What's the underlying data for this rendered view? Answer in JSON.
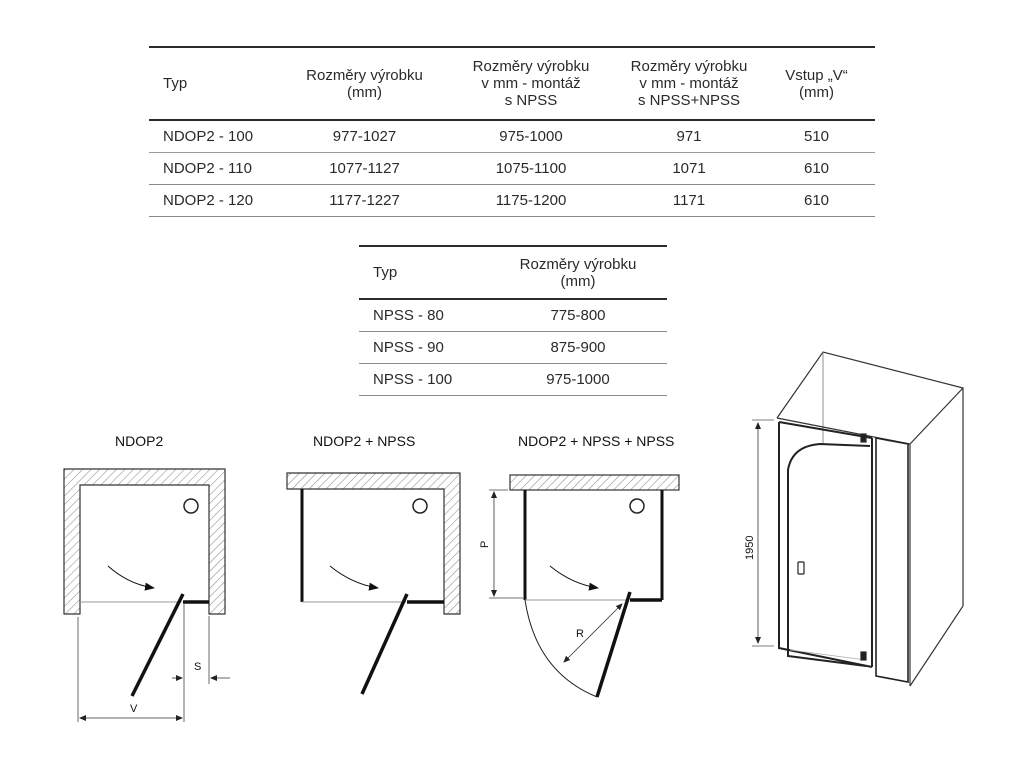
{
  "table_main": {
    "headers": {
      "typ": "Typ",
      "rozmery": [
        "Rozměry výrobku",
        "(mm)"
      ],
      "montaz_npss": [
        "Rozměry výrobku",
        "v mm - montáž",
        "s NPSS"
      ],
      "montaz_npss_npss": [
        "Rozměry výrobku",
        "v mm - montáž",
        "s NPSS+NPSS"
      ],
      "vstup": [
        "Vstup „V“",
        "(mm)"
      ]
    },
    "rows": [
      [
        "NDOP2 - 100",
        "977-1027",
        "975-1000",
        "971",
        "510"
      ],
      [
        "NDOP2 - 110",
        "1077-1127",
        "1075-1100",
        "1071",
        "610"
      ],
      [
        "NDOP2 - 120",
        "1177-1227",
        "1175-1200",
        "1171",
        "610"
      ]
    ]
  },
  "table_npss": {
    "headers": {
      "typ": "Typ",
      "rozmery": [
        "Rozměry výrobku",
        "(mm)"
      ]
    },
    "rows": [
      [
        "NPSS - 80",
        "775-800"
      ],
      [
        "NPSS - 90",
        "875-900"
      ],
      [
        "NPSS - 100",
        "975-1000"
      ]
    ]
  },
  "diagrams": {
    "titles": [
      "NDOP2",
      "NDOP2 + NPSS",
      "NDOP2 + NPSS + NPSS"
    ],
    "labels": {
      "v": "V",
      "s": "S",
      "p": "P",
      "r": "R",
      "height": "1950"
    }
  }
}
